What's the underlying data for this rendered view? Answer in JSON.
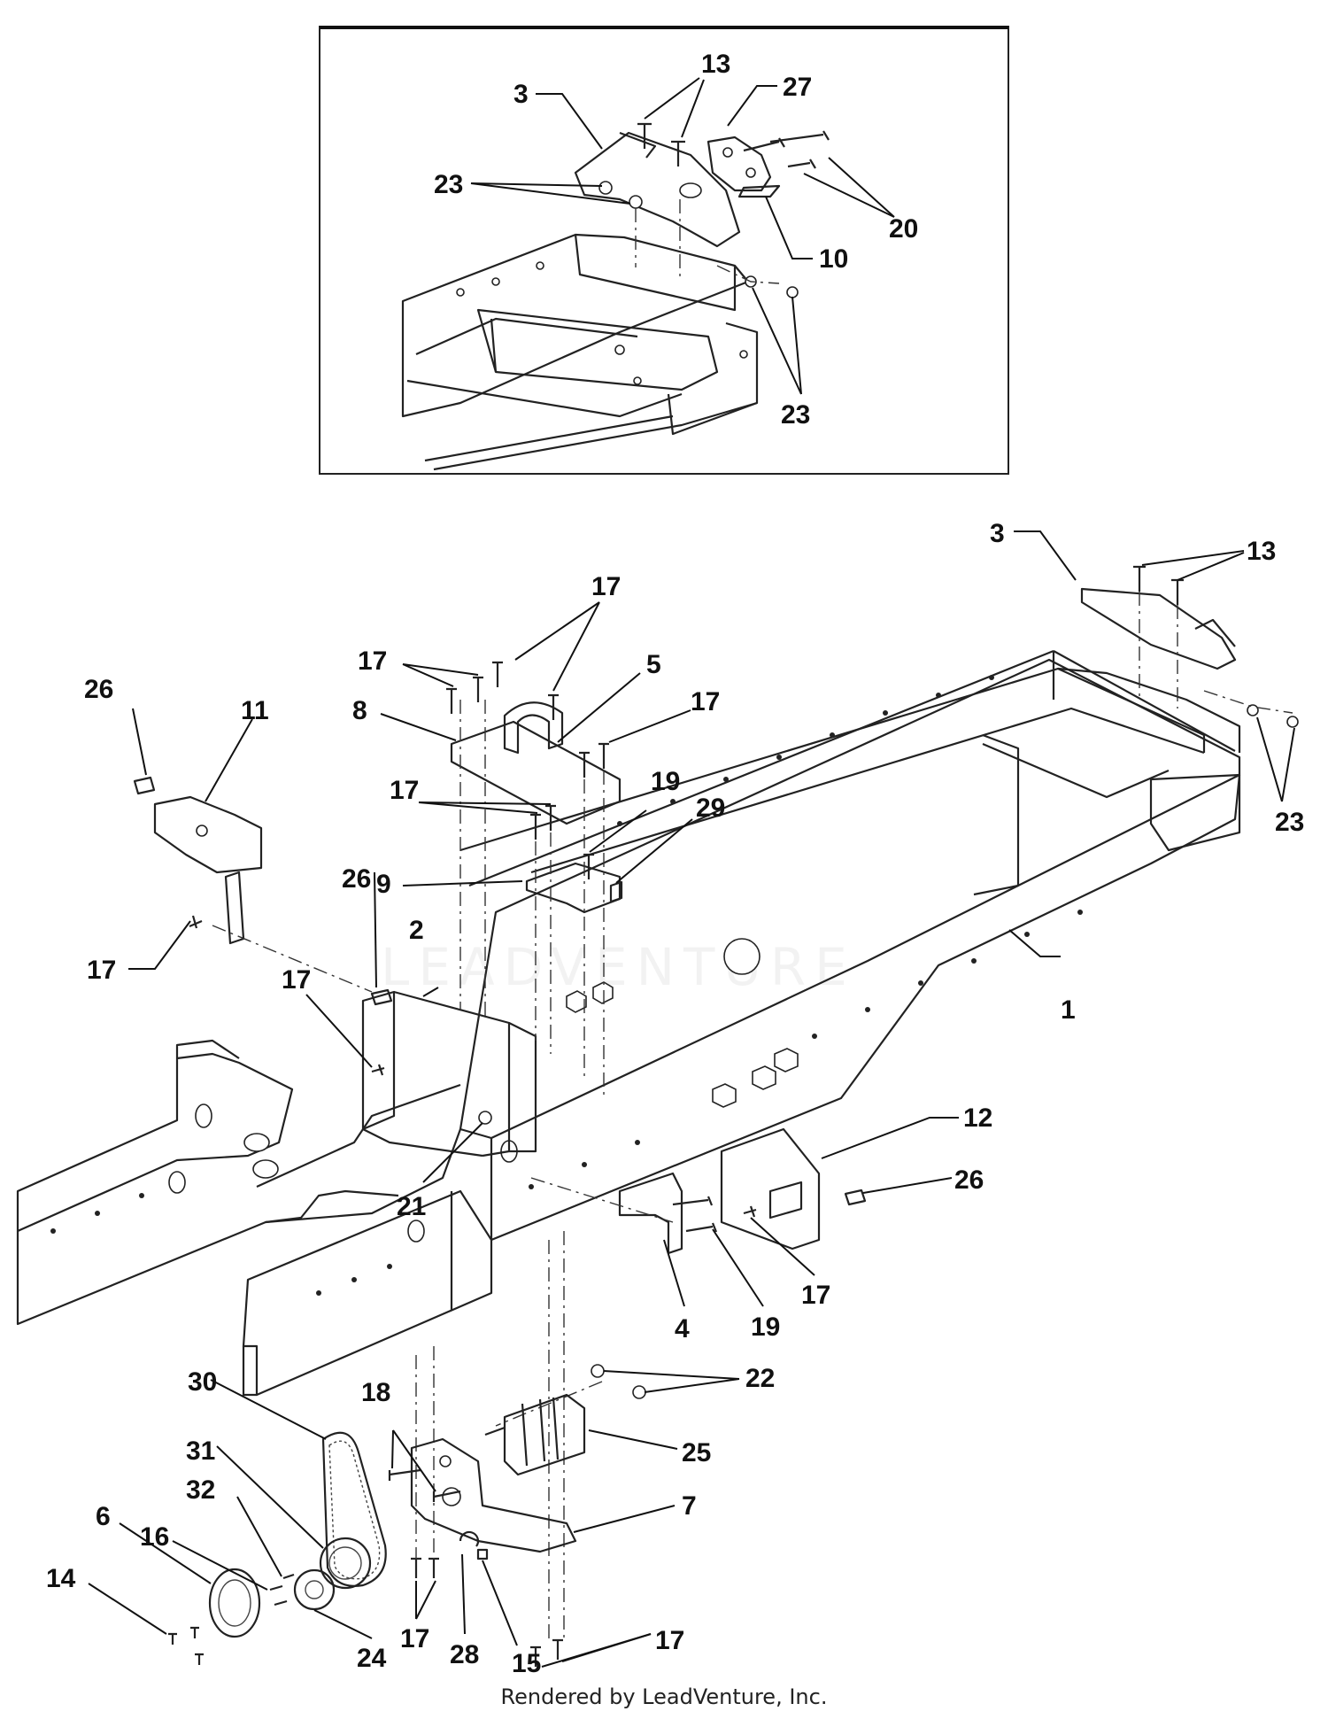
{
  "diagram": {
    "footer_text": "Rendered by LeadVenture, Inc.",
    "watermark_text": "LEADVENTURE",
    "inset_callouts": [
      {
        "id": "inset-3",
        "text": "3"
      },
      {
        "id": "inset-13",
        "text": "13"
      },
      {
        "id": "inset-27",
        "text": "27"
      },
      {
        "id": "inset-23a",
        "text": "23"
      },
      {
        "id": "inset-20",
        "text": "20"
      },
      {
        "id": "inset-10",
        "text": "10"
      },
      {
        "id": "inset-23b",
        "text": "23"
      }
    ],
    "main_callouts": [
      {
        "id": "m-3",
        "text": "3"
      },
      {
        "id": "m-13",
        "text": "13"
      },
      {
        "id": "m-17a",
        "text": "17"
      },
      {
        "id": "m-5",
        "text": "5"
      },
      {
        "id": "m-17b",
        "text": "17"
      },
      {
        "id": "m-26a",
        "text": "26"
      },
      {
        "id": "m-11",
        "text": "11"
      },
      {
        "id": "m-8",
        "text": "8"
      },
      {
        "id": "m-17c",
        "text": "17"
      },
      {
        "id": "m-19a",
        "text": "19"
      },
      {
        "id": "m-17d",
        "text": "17"
      },
      {
        "id": "m-29",
        "text": "29"
      },
      {
        "id": "m-23",
        "text": "23"
      },
      {
        "id": "m-9",
        "text": "9"
      },
      {
        "id": "m-17e",
        "text": "17"
      },
      {
        "id": "m-26b",
        "text": "26"
      },
      {
        "id": "m-2",
        "text": "2"
      },
      {
        "id": "m-1",
        "text": "1"
      },
      {
        "id": "m-17f",
        "text": "17"
      },
      {
        "id": "m-12",
        "text": "12"
      },
      {
        "id": "m-21",
        "text": "21"
      },
      {
        "id": "m-26c",
        "text": "26"
      },
      {
        "id": "m-17g",
        "text": "17"
      },
      {
        "id": "m-4",
        "text": "4"
      },
      {
        "id": "m-19b",
        "text": "19"
      },
      {
        "id": "m-22",
        "text": "22"
      },
      {
        "id": "m-30",
        "text": "30"
      },
      {
        "id": "m-18",
        "text": "18"
      },
      {
        "id": "m-25",
        "text": "25"
      },
      {
        "id": "m-31",
        "text": "31"
      },
      {
        "id": "m-32",
        "text": "32"
      },
      {
        "id": "m-7",
        "text": "7"
      },
      {
        "id": "m-6",
        "text": "6"
      },
      {
        "id": "m-16",
        "text": "16"
      },
      {
        "id": "m-14",
        "text": "14"
      },
      {
        "id": "m-17h",
        "text": "17"
      },
      {
        "id": "m-17i",
        "text": "17"
      },
      {
        "id": "m-24",
        "text": "24"
      },
      {
        "id": "m-28",
        "text": "28"
      },
      {
        "id": "m-15",
        "text": "15"
      }
    ]
  }
}
